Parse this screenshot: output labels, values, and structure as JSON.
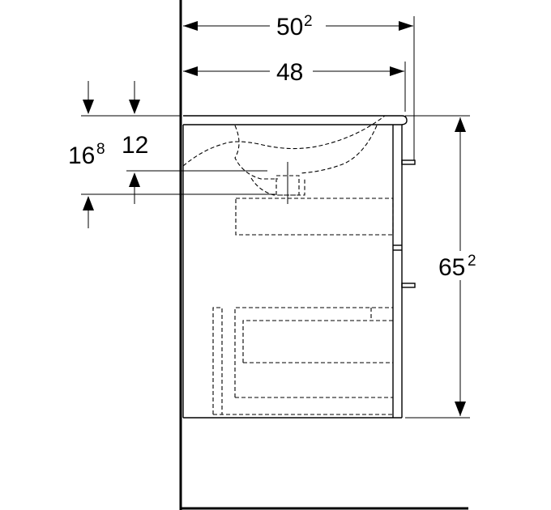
{
  "dimensions": {
    "overall_depth": {
      "main": "50",
      "sup": "2"
    },
    "basin_depth": {
      "main": "48",
      "sup": ""
    },
    "cabinet_height": {
      "main": "65",
      "sup": "2"
    },
    "drain_height_outer": {
      "main": "16",
      "sup": "8"
    },
    "drain_height_inner": {
      "main": "12",
      "sup": ""
    }
  },
  "icons": {
    "dimension_arrow": "arrow-icon"
  }
}
